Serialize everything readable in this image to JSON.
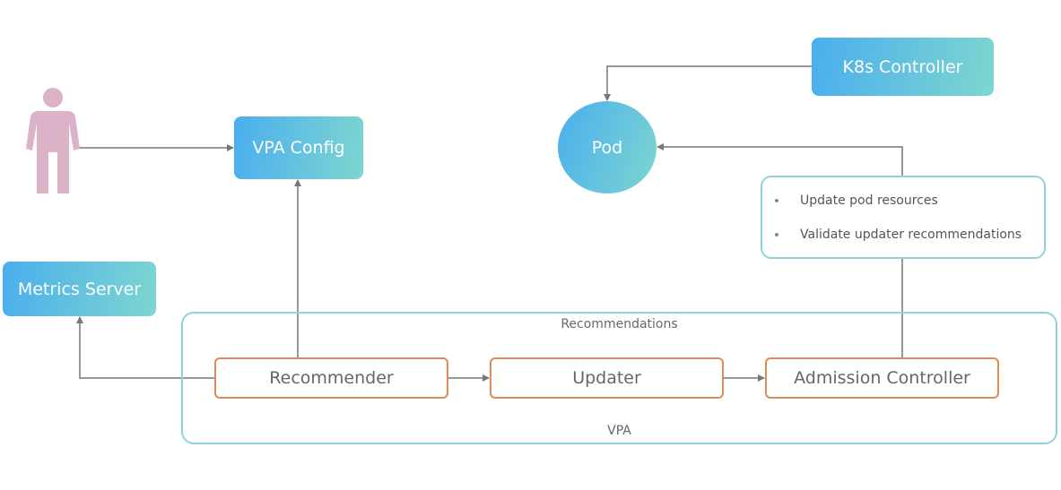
{
  "nodes": {
    "vpa_config": "VPA Config",
    "k8s_controller": "K8s Controller",
    "pod": "Pod",
    "metrics_server": "Metrics Server",
    "recommender": "Recommender",
    "updater": "Updater",
    "admission_controller": "Admission Controller"
  },
  "containers": {
    "recommendations_label": "Recommendations",
    "vpa_label": "VPA"
  },
  "admission_notes": [
    "Update pod resources",
    "Validate updater recommendations"
  ],
  "colors": {
    "gradient_start": "#4aaeee",
    "gradient_end": "#7dd6cf",
    "container_border": "#8fd2de",
    "component_border": "#e08a56",
    "arrow": "#777777",
    "user_figure": "#dbb2c8"
  },
  "icons": {
    "user": "person-icon"
  }
}
